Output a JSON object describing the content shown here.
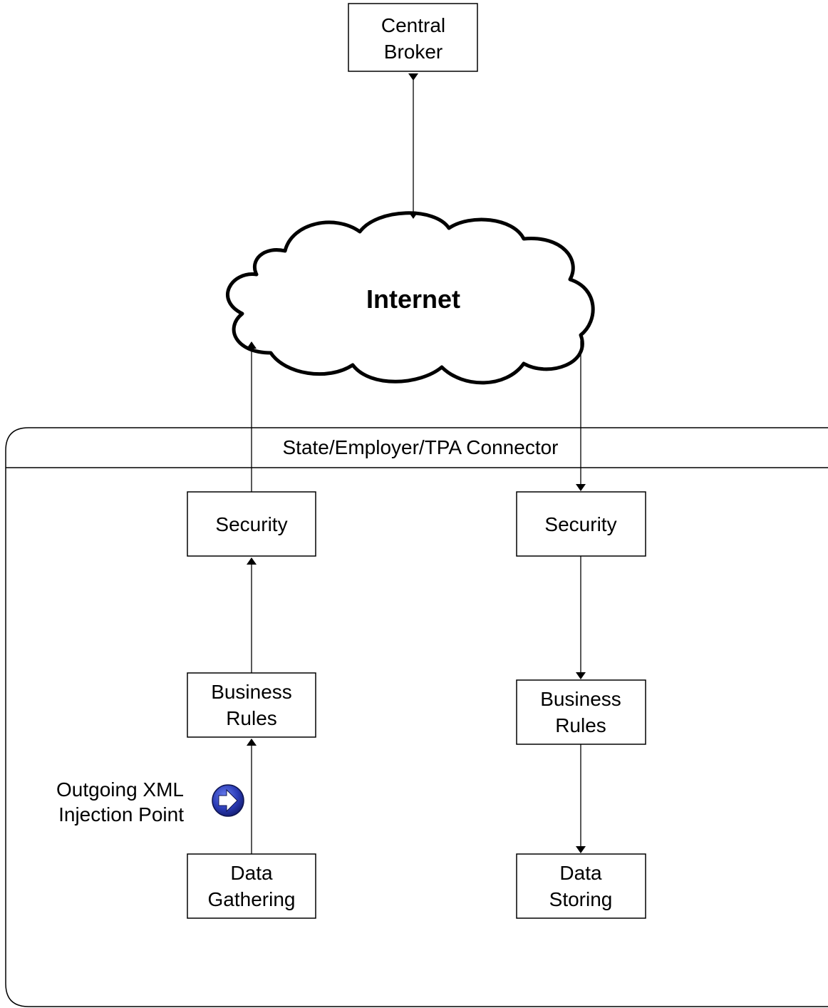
{
  "central_broker": {
    "line1": "Central",
    "line2": "Broker"
  },
  "cloud": {
    "label": "Internet"
  },
  "connector": {
    "title": "State/Employer/TPA Connector"
  },
  "left_column": {
    "security": "Security",
    "business_rules": {
      "line1": "Business",
      "line2": "Rules"
    },
    "data_gathering": {
      "line1": "Data",
      "line2": "Gathering"
    }
  },
  "right_column": {
    "security": "Security",
    "business_rules": {
      "line1": "Business",
      "line2": "Rules"
    },
    "data_storing": {
      "line1": "Data",
      "line2": "Storing"
    }
  },
  "injection_point": {
    "line1": "Outgoing XML",
    "line2": "Injection Point",
    "icon": "arrow-right-circle-icon"
  },
  "colors": {
    "icon_fill": "#2a3bb5",
    "line": "#000000"
  }
}
